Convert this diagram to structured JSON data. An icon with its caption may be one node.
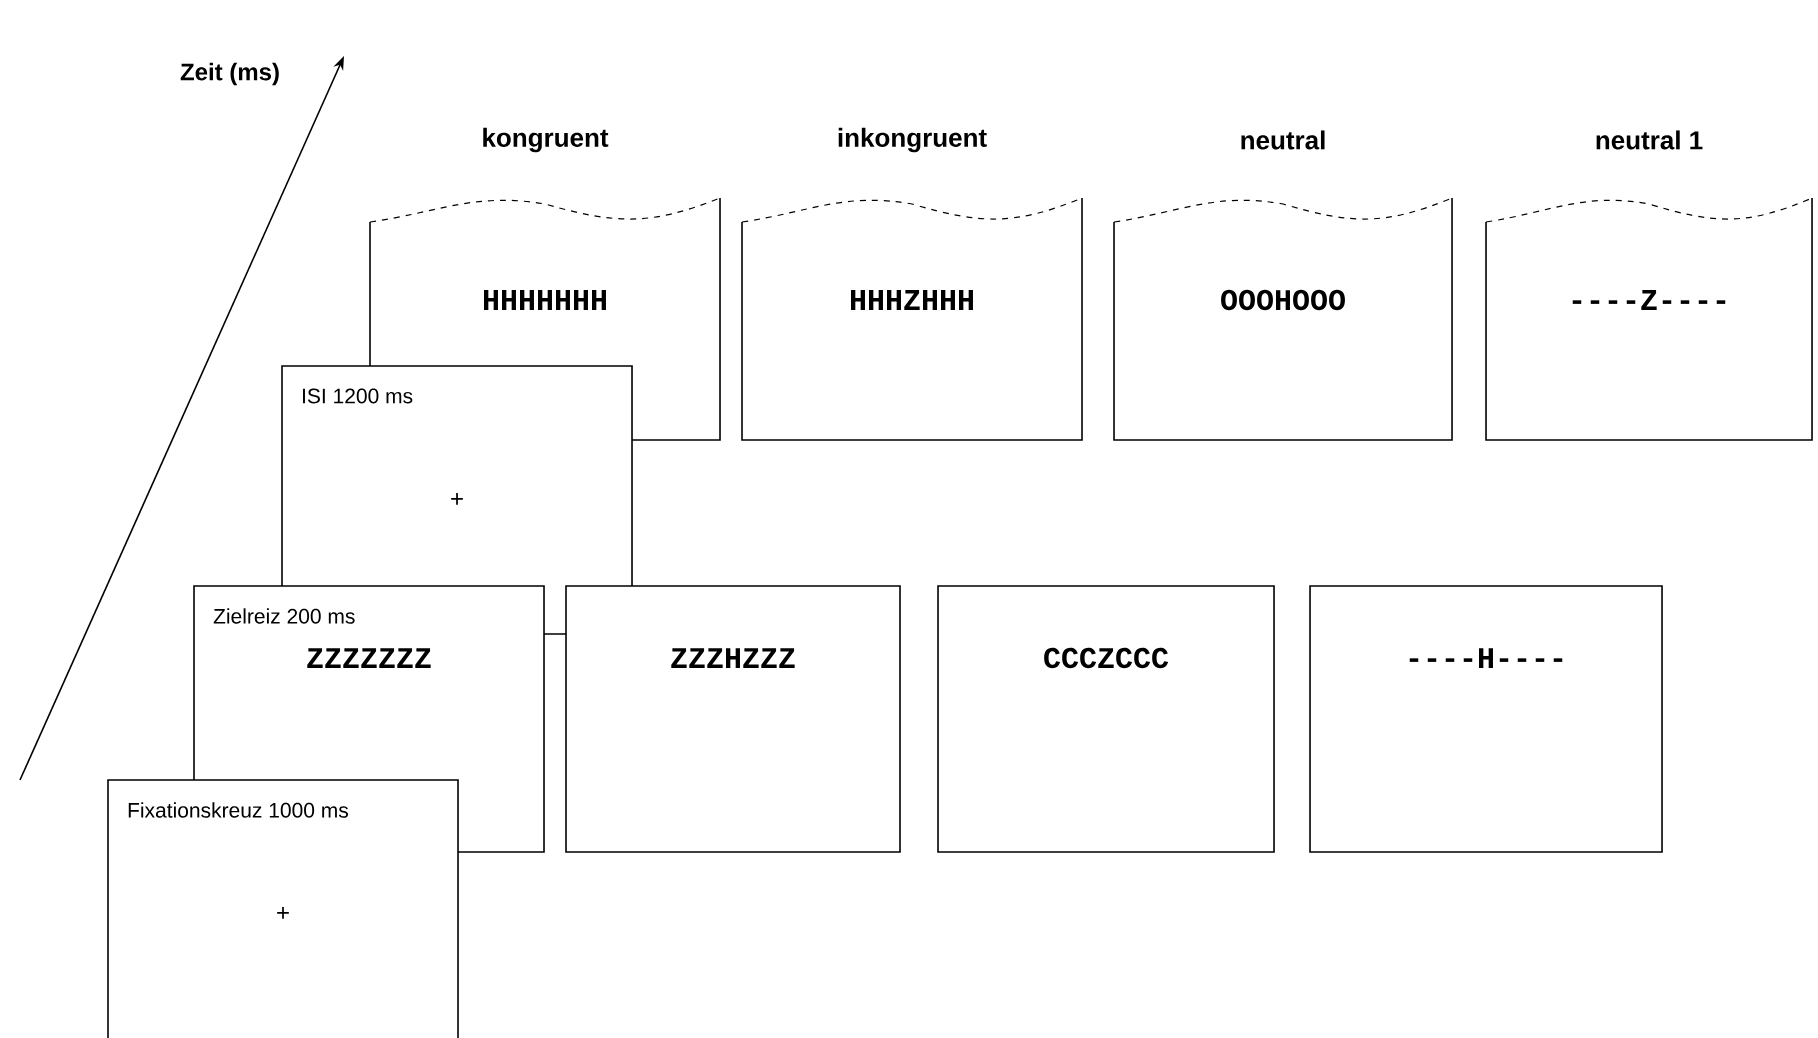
{
  "diagram": {
    "nodes": [
      {
        "text": [
          "kongruent",
          "HHHHHHH"
        ]
      },
      {
        "text": [
          "inkongruent",
          "HHHZHHH"
        ]
      },
      {
        "text": [
          "neutral",
          "OOOHOOO"
        ]
      },
      {
        "text": [
          "neutral 1",
          "----Z----"
        ]
      },
      {
        "text": [
          "ISI 1200 ms",
          "+"
        ]
      },
      {
        "text": [
          "Zielreiz 200 ms",
          "ZZZZZZZ"
        ]
      },
      {
        "text": [
          "ZZZHZZZ"
        ]
      },
      {
        "text": [
          "CCCZCCC"
        ]
      },
      {
        "text": [
          "----H----"
        ]
      },
      {
        "text": [
          "Fixationskreuz 1000 ms",
          "+"
        ]
      }
    ],
    "labels": [
      "Zeit (ms)"
    ]
  }
}
